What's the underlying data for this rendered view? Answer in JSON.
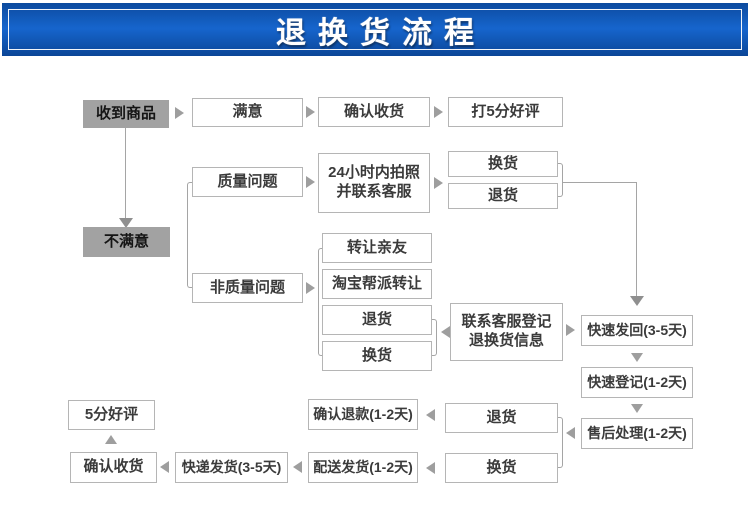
{
  "header": {
    "title": "退换货流程"
  },
  "colors": {
    "banner_blue": "#1665cd",
    "banner_inner_border": "#f2f5fa",
    "title_text": "#ffffff",
    "node_border": "#b5b5b5",
    "gray_node_bg": "#a2a2a2",
    "node_text": "#3b3b3b",
    "arrow_gray": "#9e9e9e",
    "line_gray": "#a5a5a5"
  },
  "nodes": {
    "received": "收到商品",
    "satisfied": "满意",
    "confirm_receipt_top": "确认收货",
    "five_star_top": "打5分好评",
    "unsatisfied": "不满意",
    "quality_problem": "质量问题",
    "photo24h_line1": "24小时内拍照",
    "photo24h_line2": "并联系客服",
    "exchange_q": "换货",
    "return_q": "退货",
    "non_quality": "非质量问题",
    "transfer_friends": "转让亲友",
    "taobao_transfer": "淘宝帮派转让",
    "return_nq": "退货",
    "exchange_nq": "换货",
    "contact_line1": "联系客服登记",
    "contact_line2": "退换货信息",
    "fast_return": "快速发回(3-5天)",
    "fast_register": "快速登记(1-2天)",
    "after_sales": "售后处理(1-2天)",
    "return_bottom": "退货",
    "exchange_bottom": "换货",
    "confirm_refund": "确认退款(1-2天)",
    "delivery_ship": "配送发货(1-2天)",
    "express_ship": "快递发货(3-5天)",
    "confirm_receipt_bottom": "确认收货",
    "five_star_bottom": "5分好评"
  }
}
